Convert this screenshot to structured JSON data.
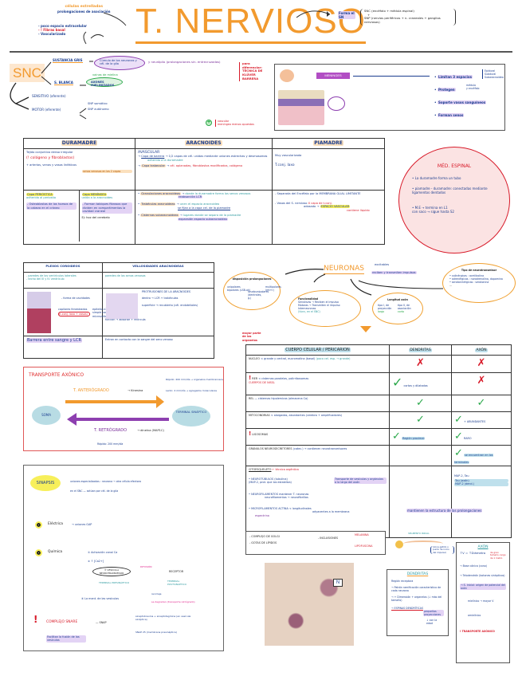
{
  "header": {
    "title": "T. NERVIOSO",
    "left_notes": [
      "células estrelladas",
      "prolongaciones de asociación"
    ],
    "left_list": [
      "- poco espacio extracelular",
      "- ! Fibras basal",
      "- Vascularizado"
    ],
    "right_label": "Forma el SN",
    "right_items": [
      "SNC (encéfalo + médula espinal)",
      "+",
      "SNP (nervios periféricos + n. craneales + ganglios nerviosos)"
    ]
  },
  "snc": {
    "label": "SNC",
    "sustancia_gris": "SUSTANCIA GRIS",
    "gris_desc": "Cúmulo de los neuronas y cél. de la glía",
    "gris_extra": "y neurópilo (prolongaciones sin. entrecruzadas)",
    "sustancia_blanca": "S. BLANCA",
    "blanca_desc": "AXONES MIELINIZADOS",
    "blanca_top": "vainas de mielina",
    "side_note": [
      "para",
      "diferenciar:",
      "TÉCNICA DE",
      "KLÜVER",
      "BARRERA"
    ],
    "sensitivo": "SENSITIVO (aferente)",
    "motor": "MOTOR (eferente)",
    "motor_items": [
      "SNP somático",
      "SNP autónomo"
    ],
    "plus_note": [
      "vascular",
      "meníngeo menos opuestos"
    ]
  },
  "meninges_panel": {
    "label": "MENINGES",
    "list": [
      "Limitan 3 espacios",
      "Protegen",
      "Soporte vasos sanguíneos",
      "Forman senos"
    ],
    "spaces": [
      "Epidural",
      "Subdural",
      "Subaracnoideo"
    ],
    "protect": [
      "médula",
      "y encéfalo"
    ]
  },
  "meninges_table": {
    "headers": [
      "DURAMADRE",
      "ARACNOIDES",
      "PIAMADRE"
    ],
    "dura_top": [
      "Tejido conjuntivo denso irregular",
      "(! colágeno y fibroblastos)",
      "+ arterias, venas y vasos linfáticos"
    ],
    "dura_note": "senos venosos en las 2 capas",
    "dura_perio": [
      "Capa PERIÓSTICA",
      "adherida al periostio",
      "- Osteoblastos de los huesos de la cabeza en el cráneo"
    ],
    "dura_menin": [
      "Capa MENÍNGEA",
      "unida a la aracnoides",
      "- Forman tabiques fibrosos que dividen en compartimentos la cavidad craneal",
      "Ej: hoz del cerebelo"
    ],
    "arac_top": [
      "AVASCULAR",
      "Capa de barrera",
      "1/2 capas de cél. unidas mediante uniones estrechas y desmosomas",
      "adherida a la duramadre",
      "Capa trabecular",
      "cél. aplanadas",
      "fibroblastos modificados",
      "colágeno"
    ],
    "arac_bottom": [
      "Granulaciones aracnoideas",
      "donde la duramadre forma los senos venosos",
      "reabsorción LCR",
      "Trabéculas aracnoideas",
      "unen el espacio aracnoideo",
      "se fijan a la capa cel. de la piamadre",
      "Cisternas subaracnoideas",
      "lugares donde se separa de la piamadre",
      "expansión espacio subaracnoideo"
    ],
    "pia_top": [
      "Muy vascularizada",
      "T.conj. laxo"
    ],
    "pia_bottom": [
      "- Separada del Encéfalo por la MEMBRANA GLIAL LIMITANTE",
      "- Vasos del S. nervioso",
      "X capa de t.conj.",
      "adosado",
      "ESPACIO VASCULAR",
      "contiene líquido"
    ]
  },
  "medula_circle": {
    "title": "MÉD. ESPINAL",
    "items": [
      "• La duramadre forma un tubo",
      "• piamadre - duramadre: conectadas mediante ligamentos dentados",
      "• M.E → termina en L1",
      "con saco → sigue hasta S2"
    ]
  },
  "plexo_table": {
    "headers": [
      "PLEXOS COROIDEOS",
      "VELLOSIDADES ARACNOIDEAS"
    ],
    "row1": [
      "- paredes de los ventrículos laterales",
      "- techo del III y IV ventrículo",
      "paredes de los senos venosos"
    ],
    "plexo_mid": [
      "- forma de cavidades",
      "capilares fenestrados",
      "(t.conj. laxo + vasos)",
      "epitelio cúbico simple con microvellosidades"
    ],
    "vell_mid": [
      "PROTRUSIONES DE LA ARACNOIDES",
      "dentro → LCR + trabéculas",
      "superficie → recubierta (cél. endoteliales)",
      "función → absorbe + recircula"
    ],
    "row3": [
      "Barrera entre sangre y LCR",
      "Entran en contacto con la sangre del seno venoso"
    ]
  },
  "neuronas": {
    "title": "NEURONAS",
    "side_notes": [
      "excitables",
      "reciben y transmiten impulsos"
    ],
    "bubble1": {
      "title": "disposición prolongaciones",
      "items": [
        "unipolares",
        "bipolares (LSB-ok)",
        "seudounipolares (dentrales, g.)",
        "multipolares (mt+r)"
      ]
    },
    "bubble2": {
      "title": "Funcionalidad",
      "items": [
        "Sensitivas → Reciben el impulso",
        "Motoras → Transmiten el impulso",
        "Interneuronas",
        "(Vsnv, en el SNC)"
      ]
    },
    "bubble3": {
      "title": "Longitud axón",
      "items": [
        "tipo I, de proyección",
        "tipo II, de asociación",
        "largo",
        "corto"
      ]
    },
    "bubble4": {
      "title": "Tipo de neurotransmisor",
      "items": [
        "• colinérgicas : acetilcolina",
        "• adrenérgicas : noradrenalina, dopamina",
        "• serotoninérgicas : serotonina",
        "..."
      ]
    }
  },
  "transporte": {
    "title": "TRANSPORTE AXÓNICO",
    "antero": "T. ANTERÓGRADO",
    "antero_motor": "→ Kinesina",
    "rapido": "Rápido: 400 mm/día → organelos membranosos",
    "lento": "Lento: 4 mm/día → agregados moleculares",
    "soma": "SOMA",
    "terminal": "TERMINAL SINÁPTICO",
    "retro": "T. RETRÓGRADO",
    "retro_motor": "→ dineína (MAP1C)",
    "retro_speed": "Rápido: 200 mm/día"
  },
  "celular_table": {
    "headers": [
      "CUERPO CELULAR / PERICARION",
      "DENDRITAS",
      "AXÓN"
    ],
    "mayor_note": "mayor parte de los organelos",
    "rows": [
      {
        "label": "NÚCLEO",
        "detail": "grande y central, eucromatina (basal)",
        "extra": "(poco cel. esp. → grande)",
        "dend": "cross",
        "axon": "cross"
      },
      {
        "label": "RER",
        "detail": "cisternas paralelas, polirribosomas",
        "extra": "CUERPOS DE NISSL",
        "dend": "check",
        "dend_note": "cortas y dilatadas",
        "axon": "cross"
      },
      {
        "label": "REL",
        "detail": "— cisternas hipolemicas (almacena Ca)",
        "dend": "check",
        "axon": "check"
      },
      {
        "label": "MITOCONDRIAS",
        "detail": "alargadas, abundantes (cerebro + amplificadores)",
        "dend": "check",
        "axon": "check",
        "axon_note": "+ ABUNDANTES"
      },
      {
        "label": "LISOSOMAS",
        "detail": "",
        "dend": "check",
        "dend_note": "Región proximal",
        "axon": "check",
        "axon_note": "RARO"
      },
      {
        "label": "GRÁNULOS NEUROSECRETORES",
        "detail": "(catec.) → contienen neurotransmisores",
        "dend": "",
        "axon": "check",
        "axon_note": "se encuentran en los terminales"
      }
    ],
    "cito_title": "CITOESQUELETO",
    "cito_note": "← técnica argéntica",
    "cito_items": [
      {
        "label": "• NEUROTÚBULOS (tubulina)",
        "sub": "(MAP-2, prot. que los estabiliza)",
        "arrow": "Transporte de vesículas y orgánulos a lo largo del axón"
      },
      {
        "label": "• NEUROFILAMENTOS",
        "sub": "mantener T. neuronas",
        "sub2": "neurofilamentos → neurofibrillas"
      },
      {
        "label": "• MICROFILAMENTOS ACTINA",
        "sub": "longitudinales",
        "sub2": "adyacentes a la membrana",
        "sub3": "espectrina"
      }
    ],
    "map_note": [
      "MAP-2, Tau",
      "ambos",
      "Tau (axón)",
      "MAP-2 (dend.)"
    ],
    "actin_arrow": "mantienen la estructura de las prolongaciones",
    "golgi": [
      "- COMPLEJO DE GOLGI",
      "- GOTAS DE LÍPIDOS",
      "- INCLUSIONES",
      "MELANINA",
      "LIPOFUSCINA"
    ]
  },
  "sinapsis": {
    "title": "SINAPSIS",
    "line1": "uniones especializadas : neurona → otra célula efectora",
    "line2": "en el SNC — actúan por cél. de la glía",
    "electrica": "Eléctrica",
    "electrica_desc": "→ uniones GAP",
    "quimica": "Química",
    "steps": [
      "① Activación canal Ca",
      "② ↑ [Ca2+]",
      "③ VESÍCULA NEUROTRANSMISOR",
      "④ La mant. de las vesículas"
    ],
    "receptor": "RECEPTOR",
    "difusion": "DIFUSIÓN",
    "pre": "TERMINAL PRESINÁPTICO",
    "post": "TERMINAL POSTSINÁPTICO",
    "fate": [
      "reciclaje",
      "se degradan (transporte retrógrado)"
    ],
    "snare": "COMPLEJO SNARE",
    "snare_mid": "— SNAP",
    "snare_items": [
      "sinaptobrevina + sinaptotagmina (en vesícula sináptica)",
      "SNAP 25 (membrana presináptica)"
    ],
    "snare_result": "Facilitan la fusión de las vesículas"
  },
  "micrograph": {
    "label": "N"
  },
  "dendritas_box": {
    "title": "DENDRITAS",
    "items": [
      "Región receptora",
      "→ Patrón ramificación característico de cada neurona",
      "→ + Dimensión + organelos (↓ más del tamaño)",
      "→ ESPINAS DENDRÍTICAS",
      "pequeñas proyecciones",
      "↓ con la edad"
    ]
  },
  "axon_box": {
    "title": "AXÓN",
    "diagram_label": "SEGMENTO INICIAL",
    "diagram_note": "(zona gatillo o punto de inicio del impulso)",
    "items": [
      "↑V = ↑Diámetro",
      "de gran tamaño, largo de 1 metro",
      "→ Base cónica (cono)",
      "→ Telodendrón (botones sinápticos)",
      "→ S. inicial: origen de potencial del axón",
      "mielínico → mayor V",
      "amielínico",
      "! TRANSPORTE AXÓNICO"
    ]
  }
}
